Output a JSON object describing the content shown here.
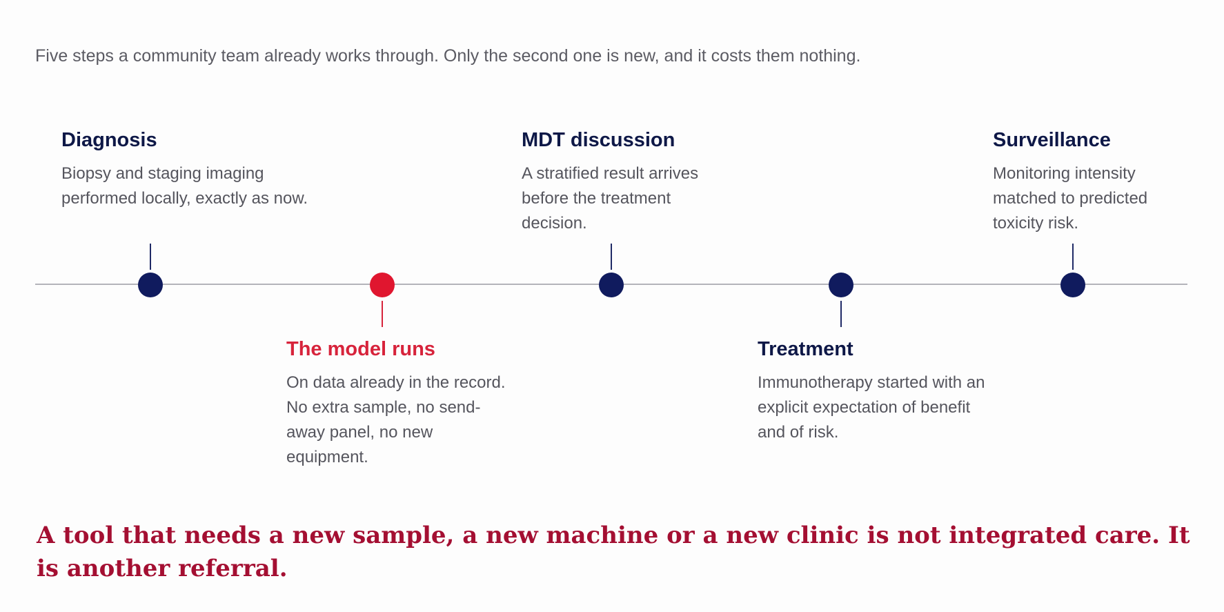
{
  "intro": "Five steps a community team already works through. Only the second one is new, and it costs them nothing.",
  "steps": [
    {
      "title": "Diagnosis",
      "description": "Biopsy and staging imaging performed locally, exactly as now.",
      "highlight": false
    },
    {
      "title": "The model runs",
      "description": "On data already in the record. No extra sample, no send-away panel, no new equipment.",
      "highlight": true
    },
    {
      "title": "MDT discussion",
      "description": "A stratified result arrives before the treatment decision.",
      "highlight": false
    },
    {
      "title": "Treatment",
      "description": "Immunotherapy started with an explicit expectation of benefit and of risk.",
      "highlight": false
    },
    {
      "title": "Surveillance",
      "description": "Monitoring intensity matched to predicted toxicity risk.",
      "highlight": false
    }
  ],
  "conclusion": "A tool that needs a new sample, a new machine or a new clinic is not integrated care. It is another referral.",
  "colors": {
    "node": "#101b5e",
    "accent": "#e0162f",
    "conclusion": "#a40f32"
  }
}
